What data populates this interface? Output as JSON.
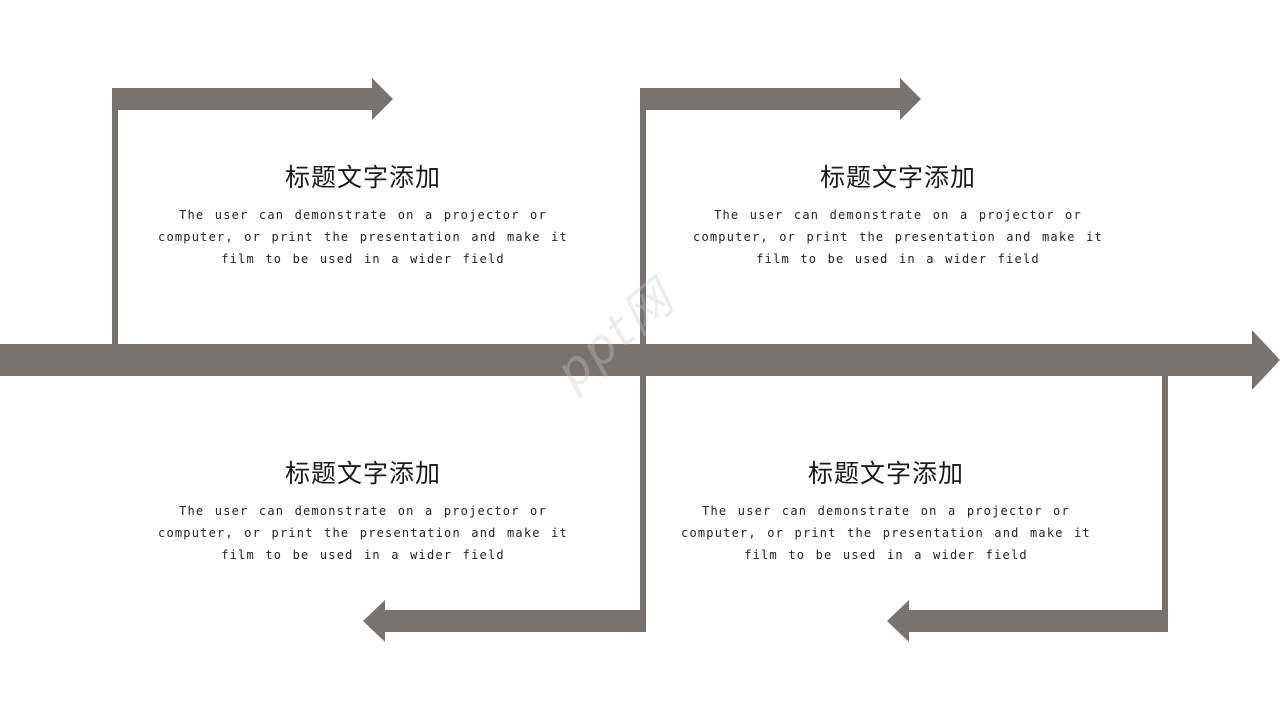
{
  "colors": {
    "arrow": "#777371",
    "background": "#ffffff",
    "title_text": "#1a1a1a",
    "body_text": "#222222"
  },
  "watermark": {
    "text": "ppt网"
  },
  "blocks": [
    {
      "title": "标题文字添加",
      "lines": [
        "The user can demonstrate on a projector or",
        "computer, or print the presentation and make it",
        "film to be used in a wider field"
      ]
    },
    {
      "title": "标题文字添加",
      "lines": [
        "The user can demonstrate on a projector or",
        "computer, or print the presentation and make it",
        "film to be used in a wider field"
      ]
    },
    {
      "title": "标题文字添加",
      "lines": [
        "The user can demonstrate on a projector or",
        "computer, or print the presentation and make it",
        "film to be used in a wider field"
      ]
    },
    {
      "title": "标题文字添加",
      "lines": [
        "The user can demonstrate on a projector or",
        "computer, or print the presentation and make it",
        "film to be used in a wider field"
      ]
    }
  ]
}
